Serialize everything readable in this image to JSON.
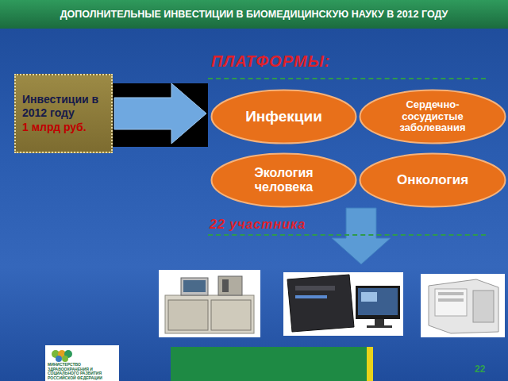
{
  "diagram": {
    "title": "ДОПОЛНИТЕЛЬНЫЕ ИНВЕСТИЦИИ В БИОМЕДИЦИНСКУЮ НАУКУ В 2012 ГОДУ",
    "nodes": [
      {
        "text": [
          "Инвестиции в 2012 году",
          "1 млрд руб."
        ]
      },
      {
        "text": [
          "ПЛАТФОРМЫ:",
          "22 участника"
        ]
      },
      {
        "text": [
          "Инфекции"
        ],
        "in": 1
      },
      {
        "text": [
          "Сердечно-сосудистые заболевания"
        ],
        "in": 1
      },
      {
        "text": [
          "Экология человека"
        ],
        "in": 1
      },
      {
        "text": [
          "Онкология"
        ],
        "in": 1
      }
    ],
    "edges": [
      {
        "from": 0,
        "to": 1,
        "arrow": "to"
      }
    ],
    "labels": [
      "МИНИСТЕРСТВО ЗДРАВООХРАНЕНИЯ И СОЦИАЛЬНОГО РАЗВИТИЯ РОССИЙСКОЙ ФЕДЕРАЦИИ",
      "22"
    ]
  }
}
